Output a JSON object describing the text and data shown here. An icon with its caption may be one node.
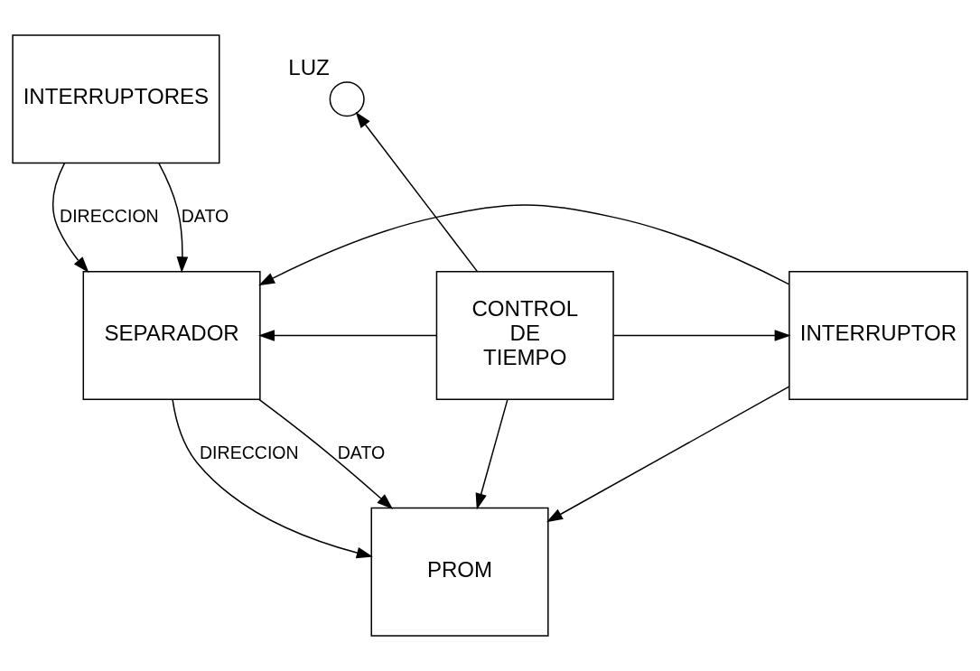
{
  "diagram": {
    "nodes": [
      {
        "text": [
          "INTERRUPTORES"
        ]
      },
      {
        "text": [
          "LUZ"
        ]
      },
      {
        "text": [
          "CONTROL DE TIEMPO"
        ]
      },
      {
        "text": [
          "SEPARADOR"
        ]
      },
      {
        "text": [
          "INTERRUPTOR"
        ]
      },
      {
        "text": [
          "PROM"
        ]
      }
    ],
    "edges": [
      {
        "from": 0,
        "to": 3,
        "arrow": "to",
        "label": "DIRECCION"
      },
      {
        "from": 0,
        "to": 3,
        "arrow": "to",
        "label": "DATO"
      },
      {
        "from": 2,
        "to": 1,
        "arrow": "to"
      },
      {
        "from": 2,
        "to": 3,
        "arrow": "to"
      },
      {
        "from": 4,
        "to": 3,
        "arrow": "to"
      },
      {
        "from": 3,
        "to": 5,
        "arrow": "to",
        "label": "DIRECCION"
      },
      {
        "from": 3,
        "to": 5,
        "arrow": "to",
        "label": "DATO"
      },
      {
        "from": 2,
        "to": 5,
        "arrow": "to"
      },
      {
        "from": 4,
        "to": 5,
        "arrow": "to"
      },
      {
        "from": 2,
        "to": 4,
        "arrow": "to"
      }
    ]
  }
}
